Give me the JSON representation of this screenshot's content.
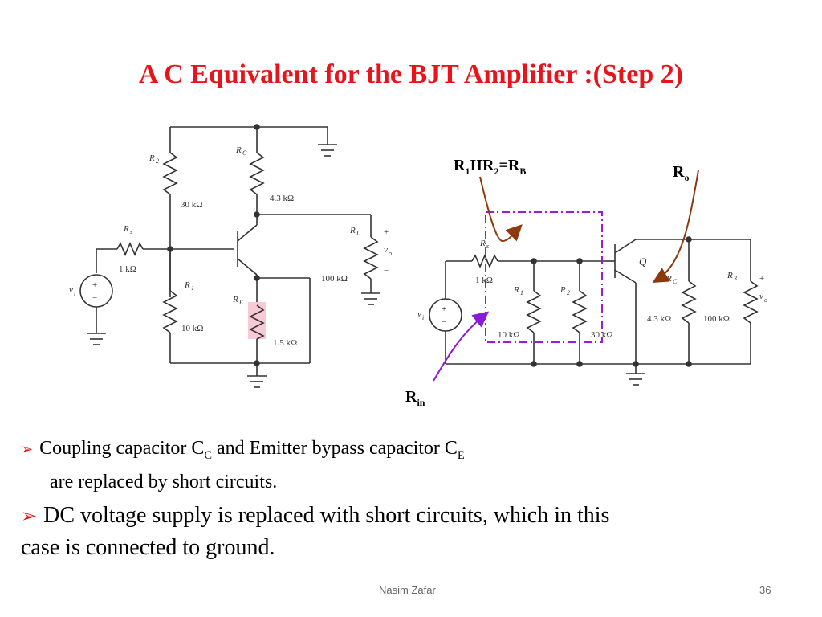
{
  "slide": {
    "title": "A C Equivalent for the BJT Amplifier :(Step 2)",
    "bullets": [
      {
        "text_prefix": "Coupling capacitor C",
        "sub1": "C",
        "text_mid": " and Emitter bypass capacitor C",
        "sub2": "E",
        "continuation": "are replaced by short circuits."
      },
      {
        "text": "DC voltage supply is replaced with short circuits, which in this",
        "continuation": "case is connected to ground."
      }
    ],
    "footer": {
      "author": "Nasim Zafar",
      "page": "36"
    }
  },
  "diagram": {
    "left_circuit": {
      "R2": {
        "name": "R",
        "sub": "2",
        "value": "30 kΩ"
      },
      "RC": {
        "name": "R",
        "sub": "C",
        "value": "4.3 kΩ"
      },
      "Rs": {
        "name": "R",
        "sub": "s",
        "value": "1 kΩ"
      },
      "R1": {
        "name": "R",
        "sub": "1",
        "value": "10 kΩ"
      },
      "RE": {
        "name": "R",
        "sub": "E",
        "value": "1.5 kΩ"
      },
      "RL": {
        "name": "R",
        "sub": "L",
        "value": "100 kΩ"
      },
      "vi": "v",
      "vi_sub": "i",
      "vo": "v",
      "vo_sub": "o",
      "plus": "+",
      "minus": "−"
    },
    "right_circuit": {
      "Rs": {
        "name": "R",
        "sub": "s",
        "value": "1 kΩ"
      },
      "R1": {
        "name": "R",
        "sub": "1",
        "value": "10 kΩ"
      },
      "R2": {
        "name": "R",
        "sub": "2",
        "value": "30 kΩ"
      },
      "Q": "Q",
      "RC": {
        "name": "R",
        "sub": "C",
        "value": "4.3 kΩ"
      },
      "RL": {
        "name": "R",
        "sub": "3",
        "value": "100 kΩ"
      },
      "vi": "v",
      "vi_sub": "i",
      "vo": "v",
      "vo_sub": "o",
      "plus": "+",
      "minus": "−"
    },
    "annotations": {
      "rb_label": {
        "a": "R",
        "a_sub": "1",
        "mid": "IIR",
        "b_sub": "2",
        "eq": "=R",
        "c_sub": "B"
      },
      "ro_label": {
        "a": "R",
        "a_sub": "o"
      },
      "rin_label": {
        "a": "R",
        "a_sub": "in"
      }
    },
    "colors": {
      "title": "#e8141b",
      "bullet_arrow": "#e8141b",
      "arrow_brown": "#8b3a0e",
      "arrow_purple": "#8a1ad8",
      "dashed_box": "#9b1bd6"
    }
  }
}
